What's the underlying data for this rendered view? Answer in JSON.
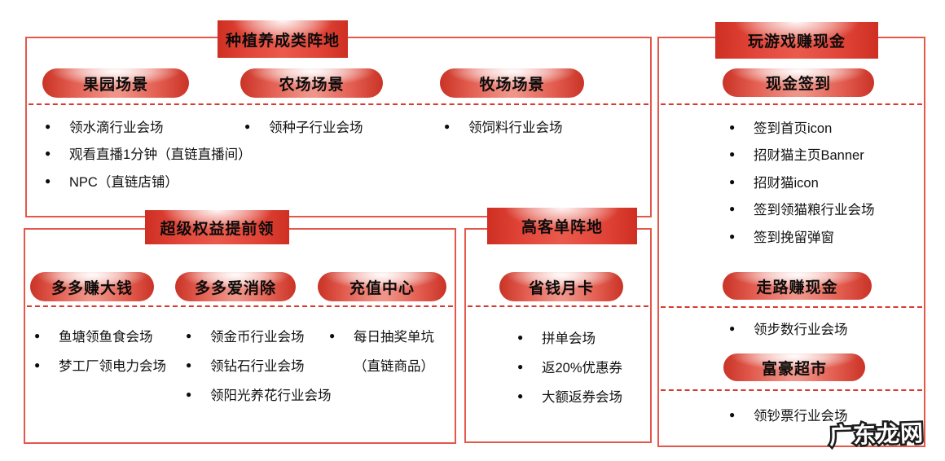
{
  "colors": {
    "accent": "#e23a2e",
    "border": "#e4574b",
    "text": "#111111"
  },
  "watermark": {
    "label": "广东龙网"
  },
  "sections": {
    "planting": {
      "title": "种植养成类阵地",
      "groups": [
        {
          "pill": "果园场景",
          "items": [
            "领水滴行业会场",
            "观看直播1分钟（直链直播间）",
            "NPC（直链店铺）"
          ]
        },
        {
          "pill": "农场场景",
          "items": [
            "领种子行业会场"
          ]
        },
        {
          "pill": "牧场场景",
          "items": [
            "领饲料行业会场"
          ]
        }
      ]
    },
    "super_rights": {
      "title": "超级权益提前领",
      "groups": [
        {
          "pill": "多多赚大钱",
          "items": [
            "鱼塘领鱼食会场",
            "梦工厂领电力会场"
          ]
        },
        {
          "pill": "多多爱消除",
          "items": [
            "领金币行业会场",
            "领钻石行业会场",
            "领阳光养花行业会场"
          ]
        },
        {
          "pill": "充值中心",
          "items": [
            "每日抽奖单坑",
            "（直链商品）"
          ]
        }
      ]
    },
    "high_value": {
      "title": "高客单阵地",
      "groups": [
        {
          "pill": "省钱月卡",
          "items": [
            "拼单会场",
            "返20%优惠券",
            "大额返券会场"
          ]
        }
      ]
    },
    "game_cash": {
      "title": "玩游戏赚现金",
      "groups": [
        {
          "pill": "现金签到",
          "items": [
            "签到首页icon",
            "招财猫主页Banner",
            "招财猫icon",
            "签到领猫粮行业会场",
            "签到挽留弹窗"
          ]
        },
        {
          "pill": "走路赚现金",
          "items": [
            "领步数行业会场"
          ]
        },
        {
          "pill": "富豪超市",
          "items": [
            "领钞票行业会场"
          ]
        }
      ]
    }
  }
}
